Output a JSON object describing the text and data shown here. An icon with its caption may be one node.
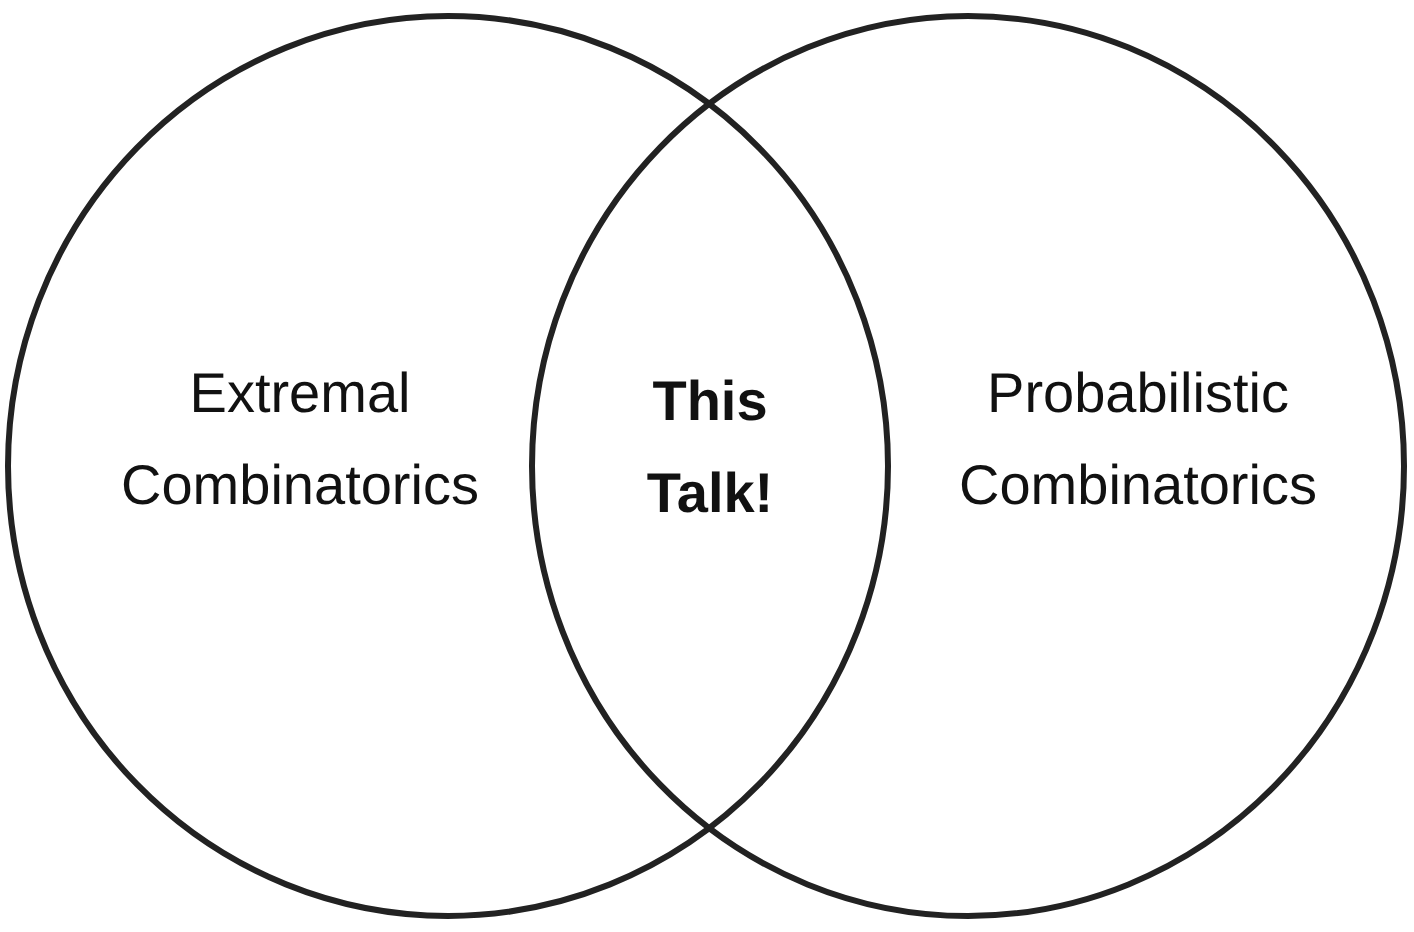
{
  "diagram": {
    "nodes": [
      {
        "text": [
          "Extremal Combinatorics"
        ]
      },
      {
        "text": [
          "Probabilistic Combinatorics"
        ]
      },
      {
        "text": [
          "This Talk!"
        ]
      }
    ]
  }
}
